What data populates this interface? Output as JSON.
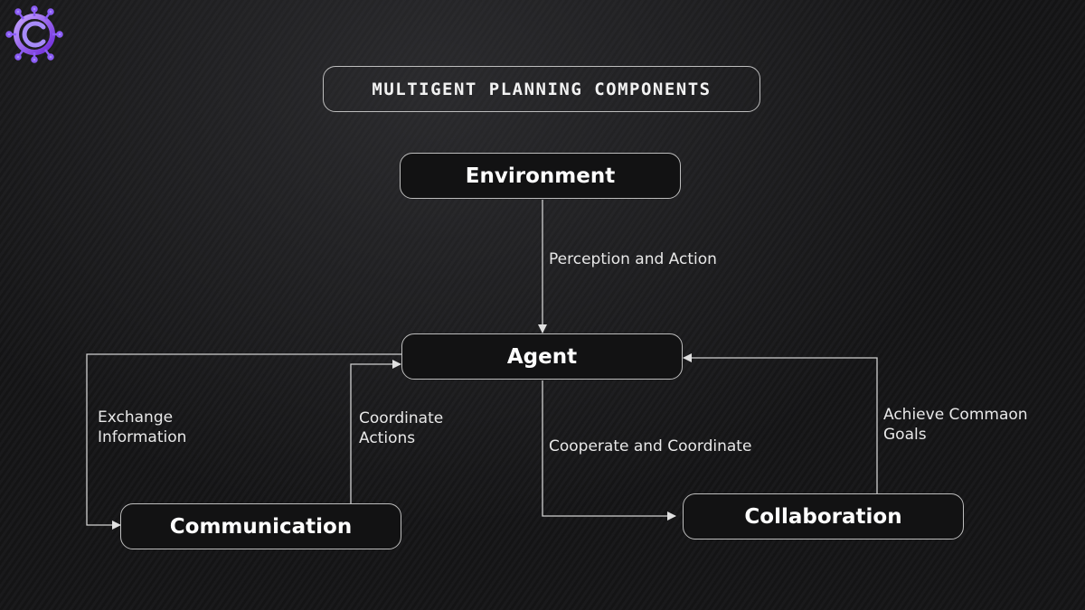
{
  "title": "Multigent Planning Components",
  "nodes": {
    "environment": "Environment",
    "agent": "Agent",
    "communication": "Communication",
    "collaboration": "Collaboration"
  },
  "edges": {
    "perception": "Perception and Action",
    "exchange": [
      "Exchange",
      "Information"
    ],
    "coordinate": [
      "Coordinate",
      "Actions"
    ],
    "cooperate": "Cooperate and Coordinate",
    "achieve": [
      "Achieve Commaon",
      "Goals"
    ]
  },
  "colors": {
    "background": "#111112",
    "border": "#bdbdbd",
    "text": "#ffffff",
    "logo_purple": "#8b5cf6"
  },
  "icons": {
    "logo": "circuit-c-logo-icon"
  }
}
